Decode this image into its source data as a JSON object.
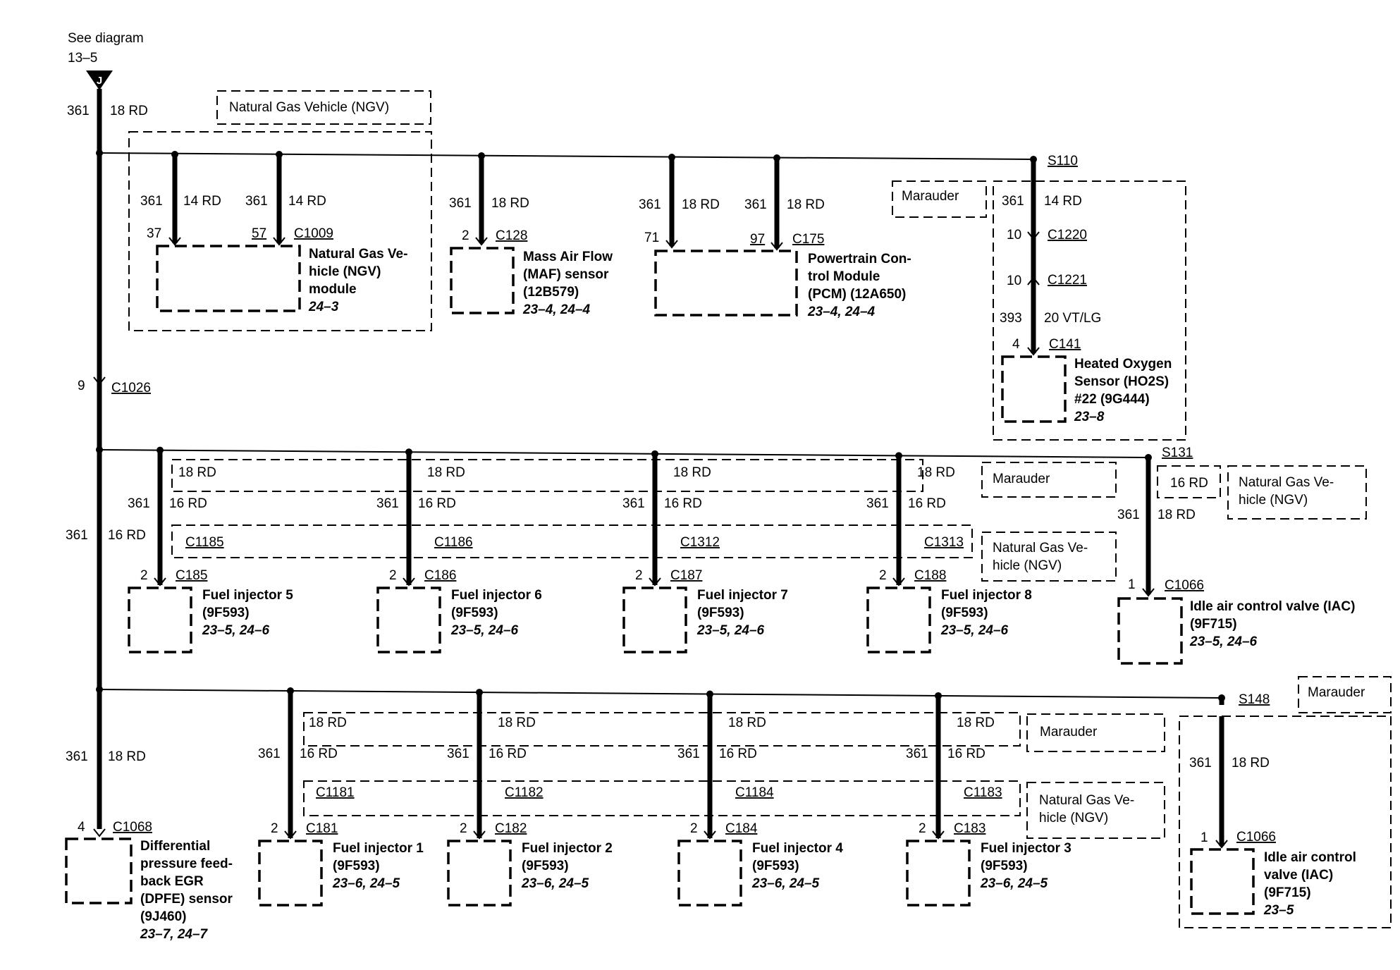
{
  "header": {
    "line1": "See diagram",
    "line2": "13–5",
    "connector": "J"
  },
  "main": {
    "circuit": "361",
    "wire": "18 RD",
    "c1026_pin": "9",
    "c1026": "C1026",
    "mid_wire": "16 RD"
  },
  "ngv_top": {
    "label": "Natural Gas Vehicle (NGV)",
    "w1_circuit": "361",
    "w1_wire": "14 RD",
    "w1_pin": "37",
    "w2_circuit": "361",
    "w2_wire": "14 RD",
    "w2_pin": "57",
    "connector": "C1009",
    "name1": "Natural Gas Ve-",
    "name2": "hicle (NGV)",
    "name3": "module",
    "ref": "24–3"
  },
  "maf": {
    "circuit": "361",
    "wire": "18 RD",
    "pin": "2",
    "connector": "C128",
    "name1": "Mass Air Flow",
    "name2": "(MAF) sensor",
    "name3": "(12B579)",
    "ref": "23–4, 24–4"
  },
  "pcm": {
    "w1_circuit": "361",
    "w1_wire": "18 RD",
    "w1_pin": "71",
    "w2_circuit": "361",
    "w2_wire": "18 RD",
    "w2_pin": "97",
    "connector": "C175",
    "name1": "Powertrain Con-",
    "name2": "trol Module",
    "name3": "(PCM) (12A650)",
    "ref": "23–4, 24–4"
  },
  "ho2s": {
    "splice": "S110",
    "variant": "Marauder",
    "circuit": "361",
    "wire": "14 RD",
    "c1_pin": "10",
    "c1": "C1220",
    "c2_pin": "10",
    "c2": "C1221",
    "circuit2": "393",
    "wire2": "20 VT/LG",
    "pin": "4",
    "connector": "C141",
    "name1": "Heated Oxygen",
    "name2": "Sensor (HO2S)",
    "name3": "#22 (9G444)",
    "ref": "23–8"
  },
  "row2": {
    "marauder": "Marauder",
    "ngv": "Natural Gas Ve-",
    "ngv2": "hicle (NGV)",
    "injectors": [
      {
        "rd18": "18 RD",
        "circuit": "361",
        "rd16": "16 RD",
        "ngv_conn": "C1185",
        "pin": "2",
        "connector": "C185",
        "name": "Fuel injector 5",
        "part": "(9F593)",
        "ref": "23–5, 24–6"
      },
      {
        "rd18": "18 RD",
        "circuit": "361",
        "rd16": "16 RD",
        "ngv_conn": "C1186",
        "pin": "2",
        "connector": "C186",
        "name": "Fuel injector 6",
        "part": "(9F593)",
        "ref": "23–5, 24–6"
      },
      {
        "rd18": "18 RD",
        "circuit": "361",
        "rd16": "16 RD",
        "ngv_conn": "C1312",
        "pin": "2",
        "connector": "C187",
        "name": "Fuel injector 7",
        "part": "(9F593)",
        "ref": "23–5, 24–6"
      },
      {
        "rd18": "18 RD",
        "circuit": "361",
        "rd16": "16 RD",
        "ngv_conn": "C1313",
        "pin": "2",
        "connector": "C188",
        "name": "Fuel injector 8",
        "part": "(9F593)",
        "ref": "23–5, 24–6"
      }
    ],
    "iac": {
      "splice": "S131",
      "ngv_wire": "16 RD",
      "ngv1": "Natural Gas Ve-",
      "ngv2": "hicle (NGV)",
      "circuit": "361",
      "wire": "18 RD",
      "pin": "1",
      "connector": "C1066",
      "name": "Idle air control valve (IAC)",
      "part": "(9F715)",
      "ref": "23–5, 24–6"
    }
  },
  "row3": {
    "marauder": "Marauder",
    "ngv": "Natural Gas Ve-",
    "ngv2": "hicle (NGV)",
    "dpfe": {
      "circuit": "361",
      "wire": "18 RD",
      "pin": "4",
      "connector": "C1068",
      "name1": "Differential",
      "name2": "pressure feed-",
      "name3": "back EGR",
      "name4": "(DPFE) sensor",
      "name5": "(9J460)",
      "ref": "23–7, 24–7"
    },
    "injectors": [
      {
        "rd18": "18 RD",
        "circuit": "361",
        "rd16": "16 RD",
        "ngv_conn": "C1181",
        "pin": "2",
        "connector": "C181",
        "name": "Fuel injector 1",
        "part": "(9F593)",
        "ref": "23–6, 24–5"
      },
      {
        "rd18": "18 RD",
        "circuit": "361",
        "rd16": "16 RD",
        "ngv_conn": "C1182",
        "pin": "2",
        "connector": "C182",
        "name": "Fuel injector 2",
        "part": "(9F593)",
        "ref": "23–6, 24–5"
      },
      {
        "rd18": "18 RD",
        "circuit": "361",
        "rd16": "16 RD",
        "ngv_conn": "C1184",
        "pin": "2",
        "connector": "C184",
        "name": "Fuel injector 4",
        "part": "(9F593)",
        "ref": "23–6, 24–5"
      },
      {
        "rd18": "18 RD",
        "circuit": "361",
        "rd16": "16 RD",
        "ngv_conn": "C1183",
        "pin": "2",
        "connector": "C183",
        "name": "Fuel injector 3",
        "part": "(9F593)",
        "ref": "23–6, 24–5"
      }
    ],
    "iac": {
      "splice": "S148",
      "variant": "Marauder",
      "circuit": "361",
      "wire": "18 RD",
      "pin": "1",
      "connector": "C1066",
      "name1": "Idle air control",
      "name2": "valve (IAC)",
      "name3": "(9F715)",
      "ref": "23–5"
    }
  }
}
